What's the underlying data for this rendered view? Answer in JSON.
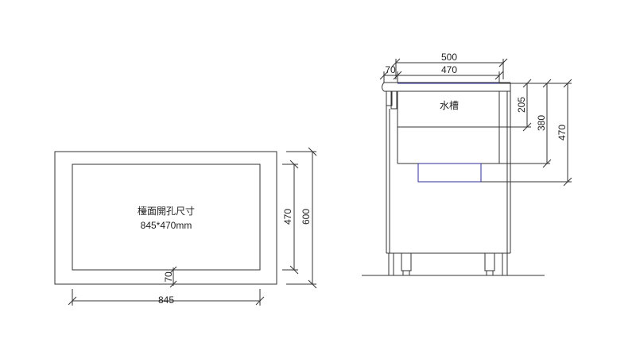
{
  "plan_view": {
    "cutout_title": "檯面開孔尺寸",
    "cutout_size": "845*470mm",
    "dim_width": "845",
    "dim_inner_height": "470",
    "dim_outer_height": "600",
    "dim_edge": "70"
  },
  "section_view": {
    "sink_label": "水槽",
    "dim_total_width": "500",
    "dim_inner_width": "470",
    "dim_edge": "70",
    "dim_sink_depth": "205",
    "dim_mid_depth": "380",
    "dim_full_depth": "470"
  },
  "colors": {
    "line": "#333333",
    "sink_blue": "#2d2d9a",
    "grey": "#888888"
  }
}
